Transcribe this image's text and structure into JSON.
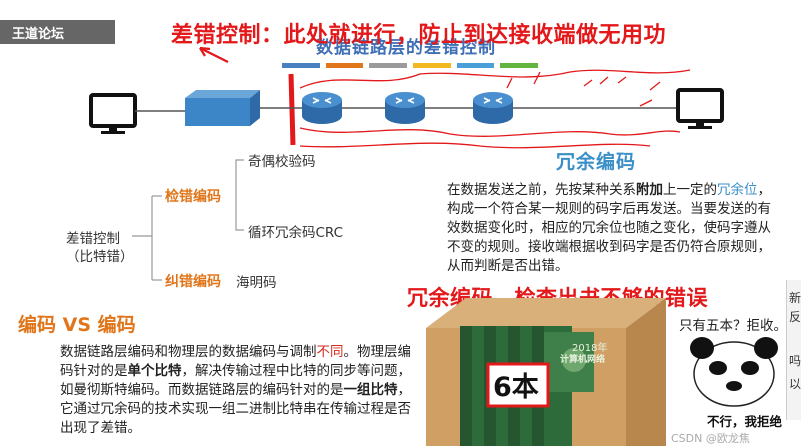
{
  "watermark": {
    "site": "王道论坛"
  },
  "annotation_top": "差错控制：此处就进行，防止到达接收端做无用功",
  "slide_title": "数据链路层的差错控制",
  "title_bar_colors": [
    "#4a7fc0",
    "#e0751a",
    "#9a9a9a",
    "#f2b81d",
    "#4a9fd8",
    "#63b33f"
  ],
  "tree": {
    "root_line1": "差错控制",
    "root_line2": "（比特错）",
    "branch_detect": "检错编码",
    "branch_correct": "纠错编码",
    "leaf_parity": "奇偶校验码",
    "leaf_crc": "循环冗余码CRC",
    "leaf_hamming": "海明码"
  },
  "redundancy": {
    "heading": "冗余编码",
    "p1_a": "在数据发送之前，先按某种关系",
    "p1_b": "附加",
    "p1_c": "上一定的",
    "p1_d": "冗余位",
    "p1_e": "，构成一个符合某一规则的码字后再发送。",
    "p2": "当要发送的有效数据变化时，相应的冗余位也随之变化，使码字遵从不变的规则。接收端根据收到码字是否仍符合原规则，从而判断是否出错。"
  },
  "annotation_mid": "冗余编码，检查出书不够的错误",
  "vs": {
    "heading": "编码 VS 编码",
    "t1": "数据链路层编码和物理层的数据编码与调制",
    "t1_red": "不同",
    "t2": "。物理层编码针对的是",
    "t2_bold": "单个比特",
    "t3": "，解决传输过程中比特的同步等问题，如曼彻斯特编码。而数据链路层的编码针对的是",
    "t3_bold": "一组比特",
    "t4": "，它通过冗余码的技术实现一组二进制比特串在传输过程是否出现了差错。"
  },
  "box": {
    "label": "6本",
    "book_year": "2018年",
    "book_title": "计算机网络"
  },
  "meme": {
    "speech": "只有五本？拒收。",
    "caption": "不行，我拒绝"
  },
  "credit": "CSDN @欧龙焦",
  "right_tabs": [
    "新",
    "反",
    "吗",
    "以"
  ]
}
